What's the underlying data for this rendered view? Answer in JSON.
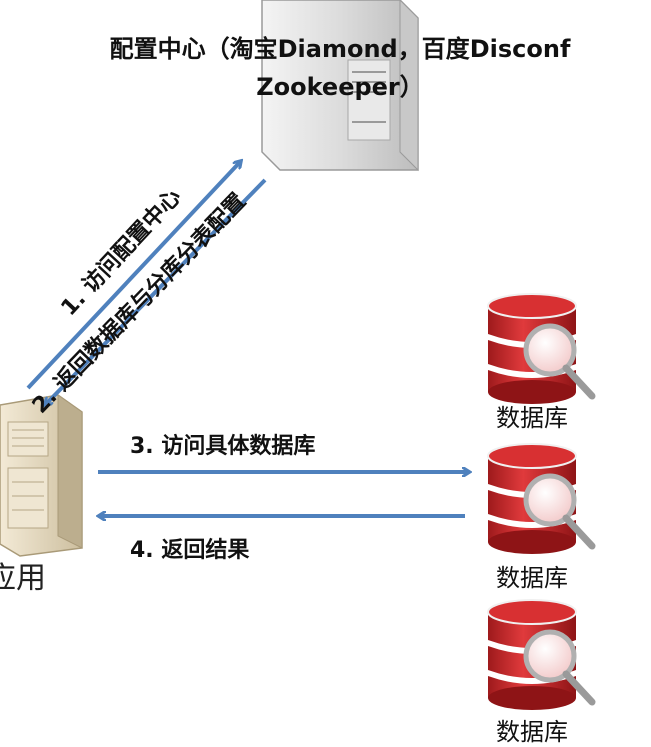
{
  "config_center": {
    "label_line1": "配置中心（淘宝Diamond，百度Disconf",
    "label_line2": "Zookeeper）"
  },
  "steps": {
    "step1": "1. 访问配置中心",
    "step2": "2. 返回数据库与分库分表配置",
    "step3": "3. 访问具体数据库",
    "step4": "4. 返回结果"
  },
  "app": {
    "label": "应用"
  },
  "databases": [
    {
      "label": "数据库"
    },
    {
      "label": "数据库"
    },
    {
      "label": "数据库"
    }
  ],
  "colors": {
    "arrow": "#4f81bd",
    "db_red": "#c0282a",
    "server_gray": "#d8d8d8",
    "app_beige": "#e8dcc4"
  }
}
